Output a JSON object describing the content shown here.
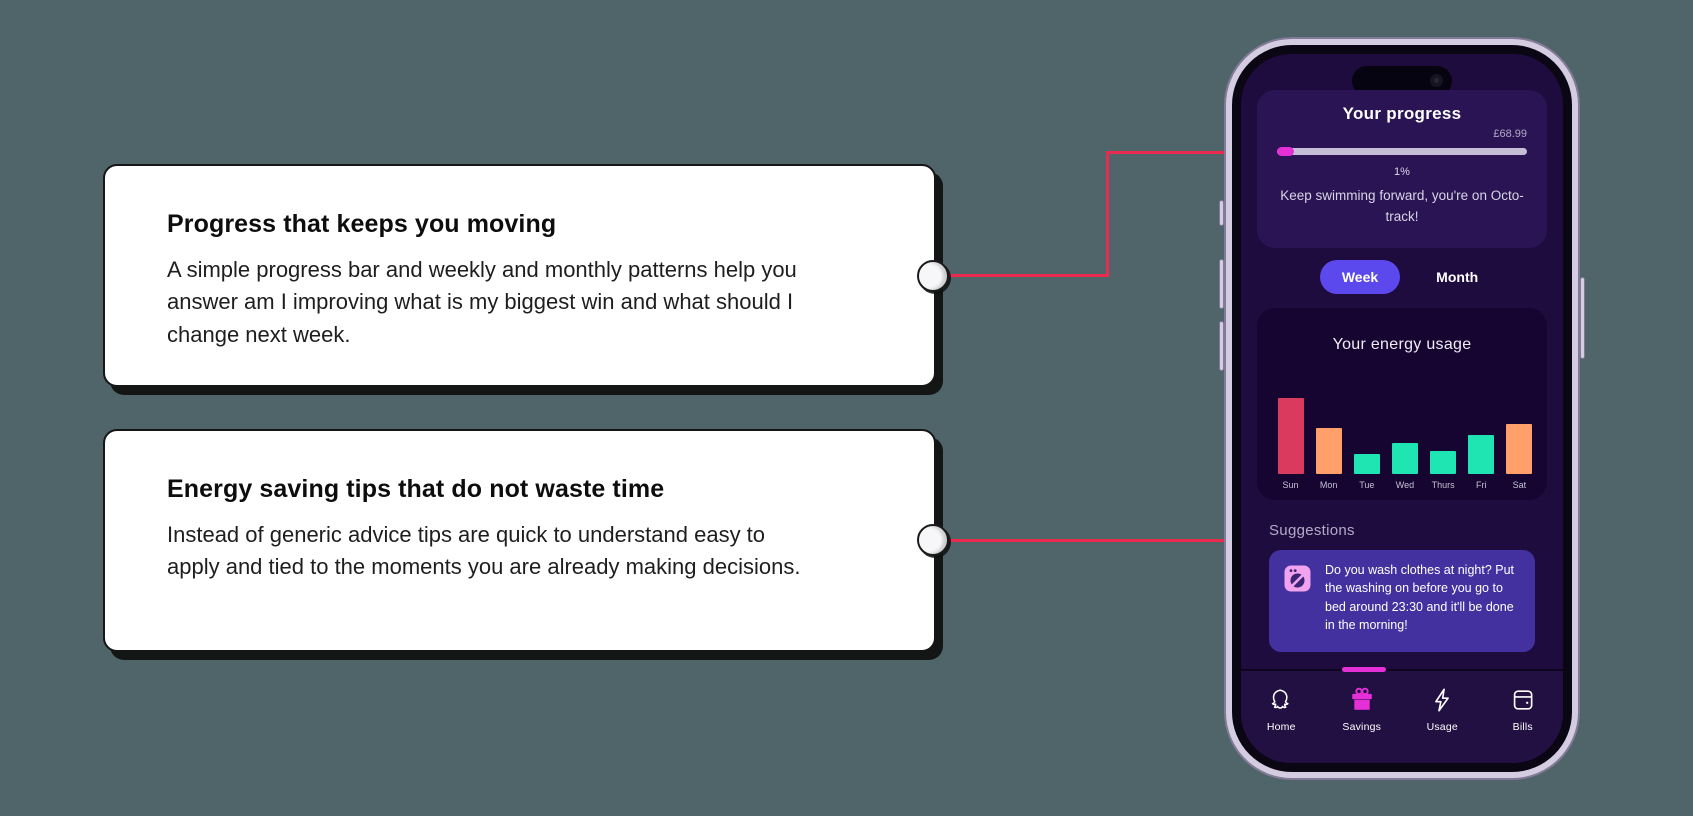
{
  "cards": [
    {
      "title": "Progress that keeps you moving",
      "body": "A simple progress bar and weekly and monthly patterns help you answer am I improving what is my biggest win and what should I change next week."
    },
    {
      "title": "Energy saving tips that do not waste time",
      "body": "Instead of generic advice tips are quick to understand easy to apply and tied to the moments you are already making decisions."
    }
  ],
  "phone": {
    "progress": {
      "title": "Your progress",
      "amount": "£68.99",
      "percent": "1%",
      "message": "Keep swimming forward, you're on Octo-track!"
    },
    "toggle": {
      "week_label": "Week",
      "month_label": "Month",
      "active": "Week"
    },
    "suggestions": {
      "heading": "Suggestions",
      "tip": "Do you wash clothes at night? Put the washing on before you go to bed around 23:30 and it'll be done in the morning!",
      "icon": "washing-machine-icon"
    },
    "nav": [
      {
        "label": "Home",
        "icon": "octopus-home-icon",
        "active": false
      },
      {
        "label": "Savings",
        "icon": "gift-icon",
        "active": true
      },
      {
        "label": "Usage",
        "icon": "lightning-icon",
        "active": false
      },
      {
        "label": "Bills",
        "icon": "wallet-icon",
        "active": false
      }
    ]
  },
  "chart_data": {
    "type": "bar",
    "title": "Your energy usage",
    "categories": [
      "Sun",
      "Mon",
      "Tue",
      "Wed",
      "Thurs",
      "Fri",
      "Sat"
    ],
    "values": [
      76,
      46,
      20,
      31,
      23,
      39,
      50
    ],
    "value_unit": "relative bar height (no numeric axis shown)",
    "colors": [
      "#d93a5e",
      "#ffa06b",
      "#1fe5b2",
      "#1fe5b2",
      "#1fe5b2",
      "#1fe5b2",
      "#ffa06b"
    ],
    "xlabel": "",
    "ylabel": "",
    "grid": false,
    "legend": false
  },
  "colors": {
    "page_bg": "#4f6569",
    "connector_red": "#ea2a4f",
    "screen_bg": "#1e0c3e",
    "card_purple": "#2a1453",
    "chart_card_purple": "#160530",
    "suggestion_indigo": "#43319f",
    "accent_magenta": "#e52fd7",
    "accent_violet": "#5b49ee",
    "bar_red": "#d93a5e",
    "bar_orange": "#ffa06b",
    "bar_teal": "#1fe5b2"
  }
}
